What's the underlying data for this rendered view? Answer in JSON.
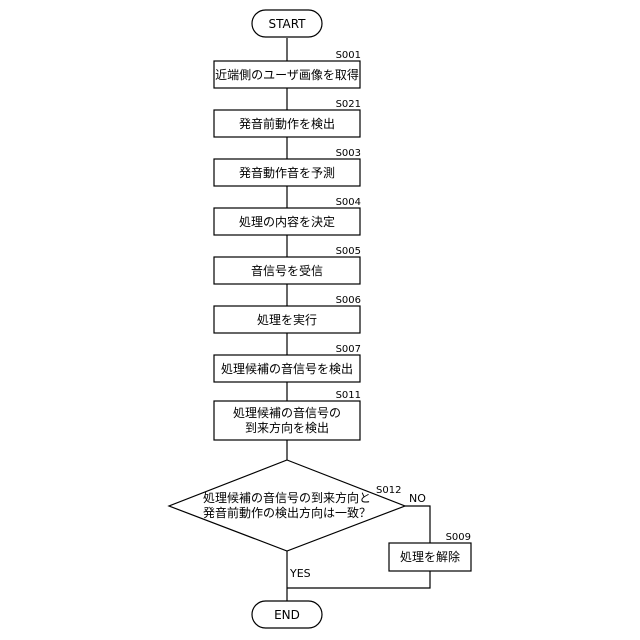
{
  "start_label": "START",
  "end_label": "END",
  "steps": [
    {
      "id": "S001",
      "text": "近端側のユーザ画像を取得"
    },
    {
      "id": "S021",
      "text": "発音前動作を検出"
    },
    {
      "id": "S003",
      "text": "発音動作音を予測"
    },
    {
      "id": "S004",
      "text": "処理の内容を決定"
    },
    {
      "id": "S005",
      "text": "音信号を受信"
    },
    {
      "id": "S006",
      "text": "処理を実行"
    },
    {
      "id": "S007",
      "text": "処理候補の音信号を検出"
    },
    {
      "id": "S011",
      "line1": "処理候補の音信号の",
      "line2": "到来方向を検出"
    }
  ],
  "decision": {
    "id": "S012",
    "line1": "処理候補の音信号の到来方向と",
    "line2": "発音前動作の検出方向は一致？",
    "yes_label": "YES",
    "no_label": "NO"
  },
  "side_step": {
    "id": "S009",
    "text": "処理を解除"
  }
}
